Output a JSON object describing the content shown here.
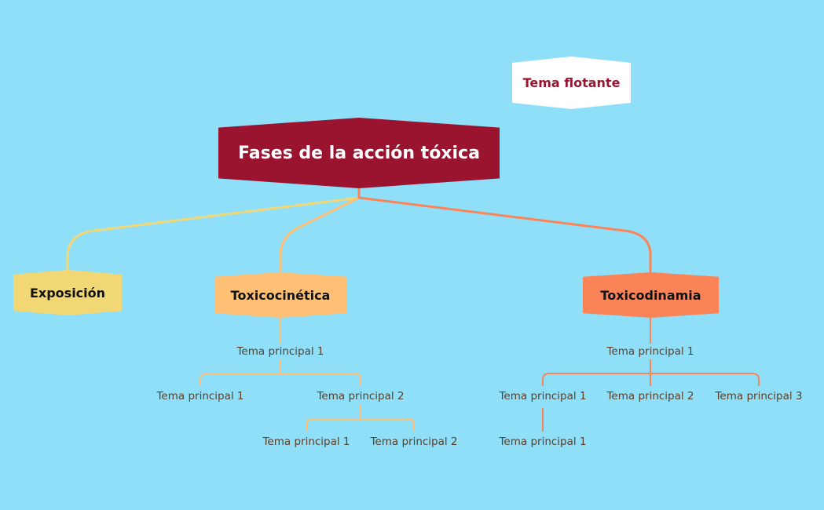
{
  "floating_topic": "Tema flotante",
  "root": "Fases de la acción tóxica",
  "branches": {
    "exposicion": {
      "label": "Exposición",
      "color": "#f2d874"
    },
    "toxicocinetica": {
      "label": "Toxicocinética",
      "color": "#ffbf75",
      "child": "Tema principal 1",
      "grandchildren": [
        "Tema principal 1",
        "Tema principal 2"
      ],
      "great_grandchildren": [
        "Tema principal 1",
        "Tema principal 2"
      ]
    },
    "toxicodinamia": {
      "label": "Toxicodinamia",
      "color": "#fa8458",
      "child": "Tema principal 1",
      "grandchildren": [
        "Tema principal 1",
        "Tema principal 2",
        "Tema principal 3"
      ],
      "great_grandchildren": [
        "Tema principal 1"
      ]
    }
  },
  "colors": {
    "background": "#8fdff8",
    "root": "#9a1430",
    "text_sub": "#5a3f2c"
  }
}
